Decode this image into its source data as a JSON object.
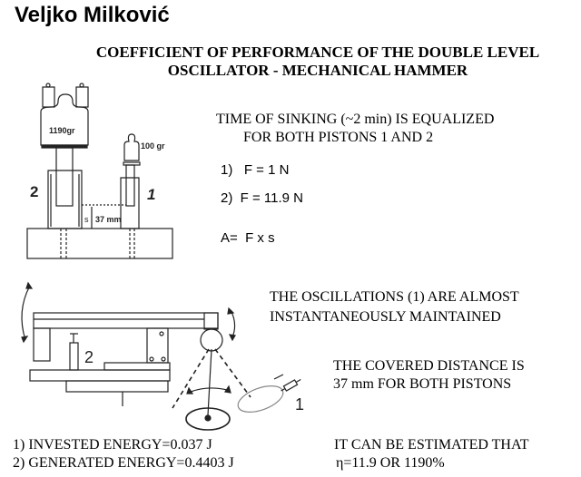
{
  "author": "Veljko Milković",
  "title": {
    "line1": "COEFFICIENT OF PERFORMANCE OF THE DOUBLE LEVEL",
    "line2": "OSCILLATOR - MECHANICAL HAMMER"
  },
  "sinking": {
    "line1": "TIME OF SINKING (~2 min) IS EQUALIZED",
    "line2": "FOR BOTH PISTONS 1 AND 2"
  },
  "forces": {
    "f1": "1)   F = 1 N",
    "f2": "2)  F = 11.9 N",
    "work": "A=  F x s"
  },
  "oscillations": {
    "line1": "THE OSCILLATIONS (1) ARE ALMOST",
    "line2": "INSTANTANEOUSLY MAINTAINED"
  },
  "distance": {
    "line1": "THE COVERED DISTANCE IS",
    "line2": "37 mm FOR BOTH PISTONS"
  },
  "energy": {
    "invested": "1) INVESTED ENERGY=0.037 J",
    "generated": "2) GENERATED ENERGY=0.4403 J"
  },
  "estimate": {
    "line1": "IT CAN BE ESTIMATED THAT",
    "line2": "η=11.9 OR 1190%"
  },
  "diagram1": {
    "weight_big": "1190gr",
    "weight_small": "100 gr",
    "label_2": "2",
    "label_1": "1",
    "label_s": "s",
    "distance": "37 mm"
  },
  "diagram2": {
    "label_2": "2",
    "label_1": "1"
  }
}
